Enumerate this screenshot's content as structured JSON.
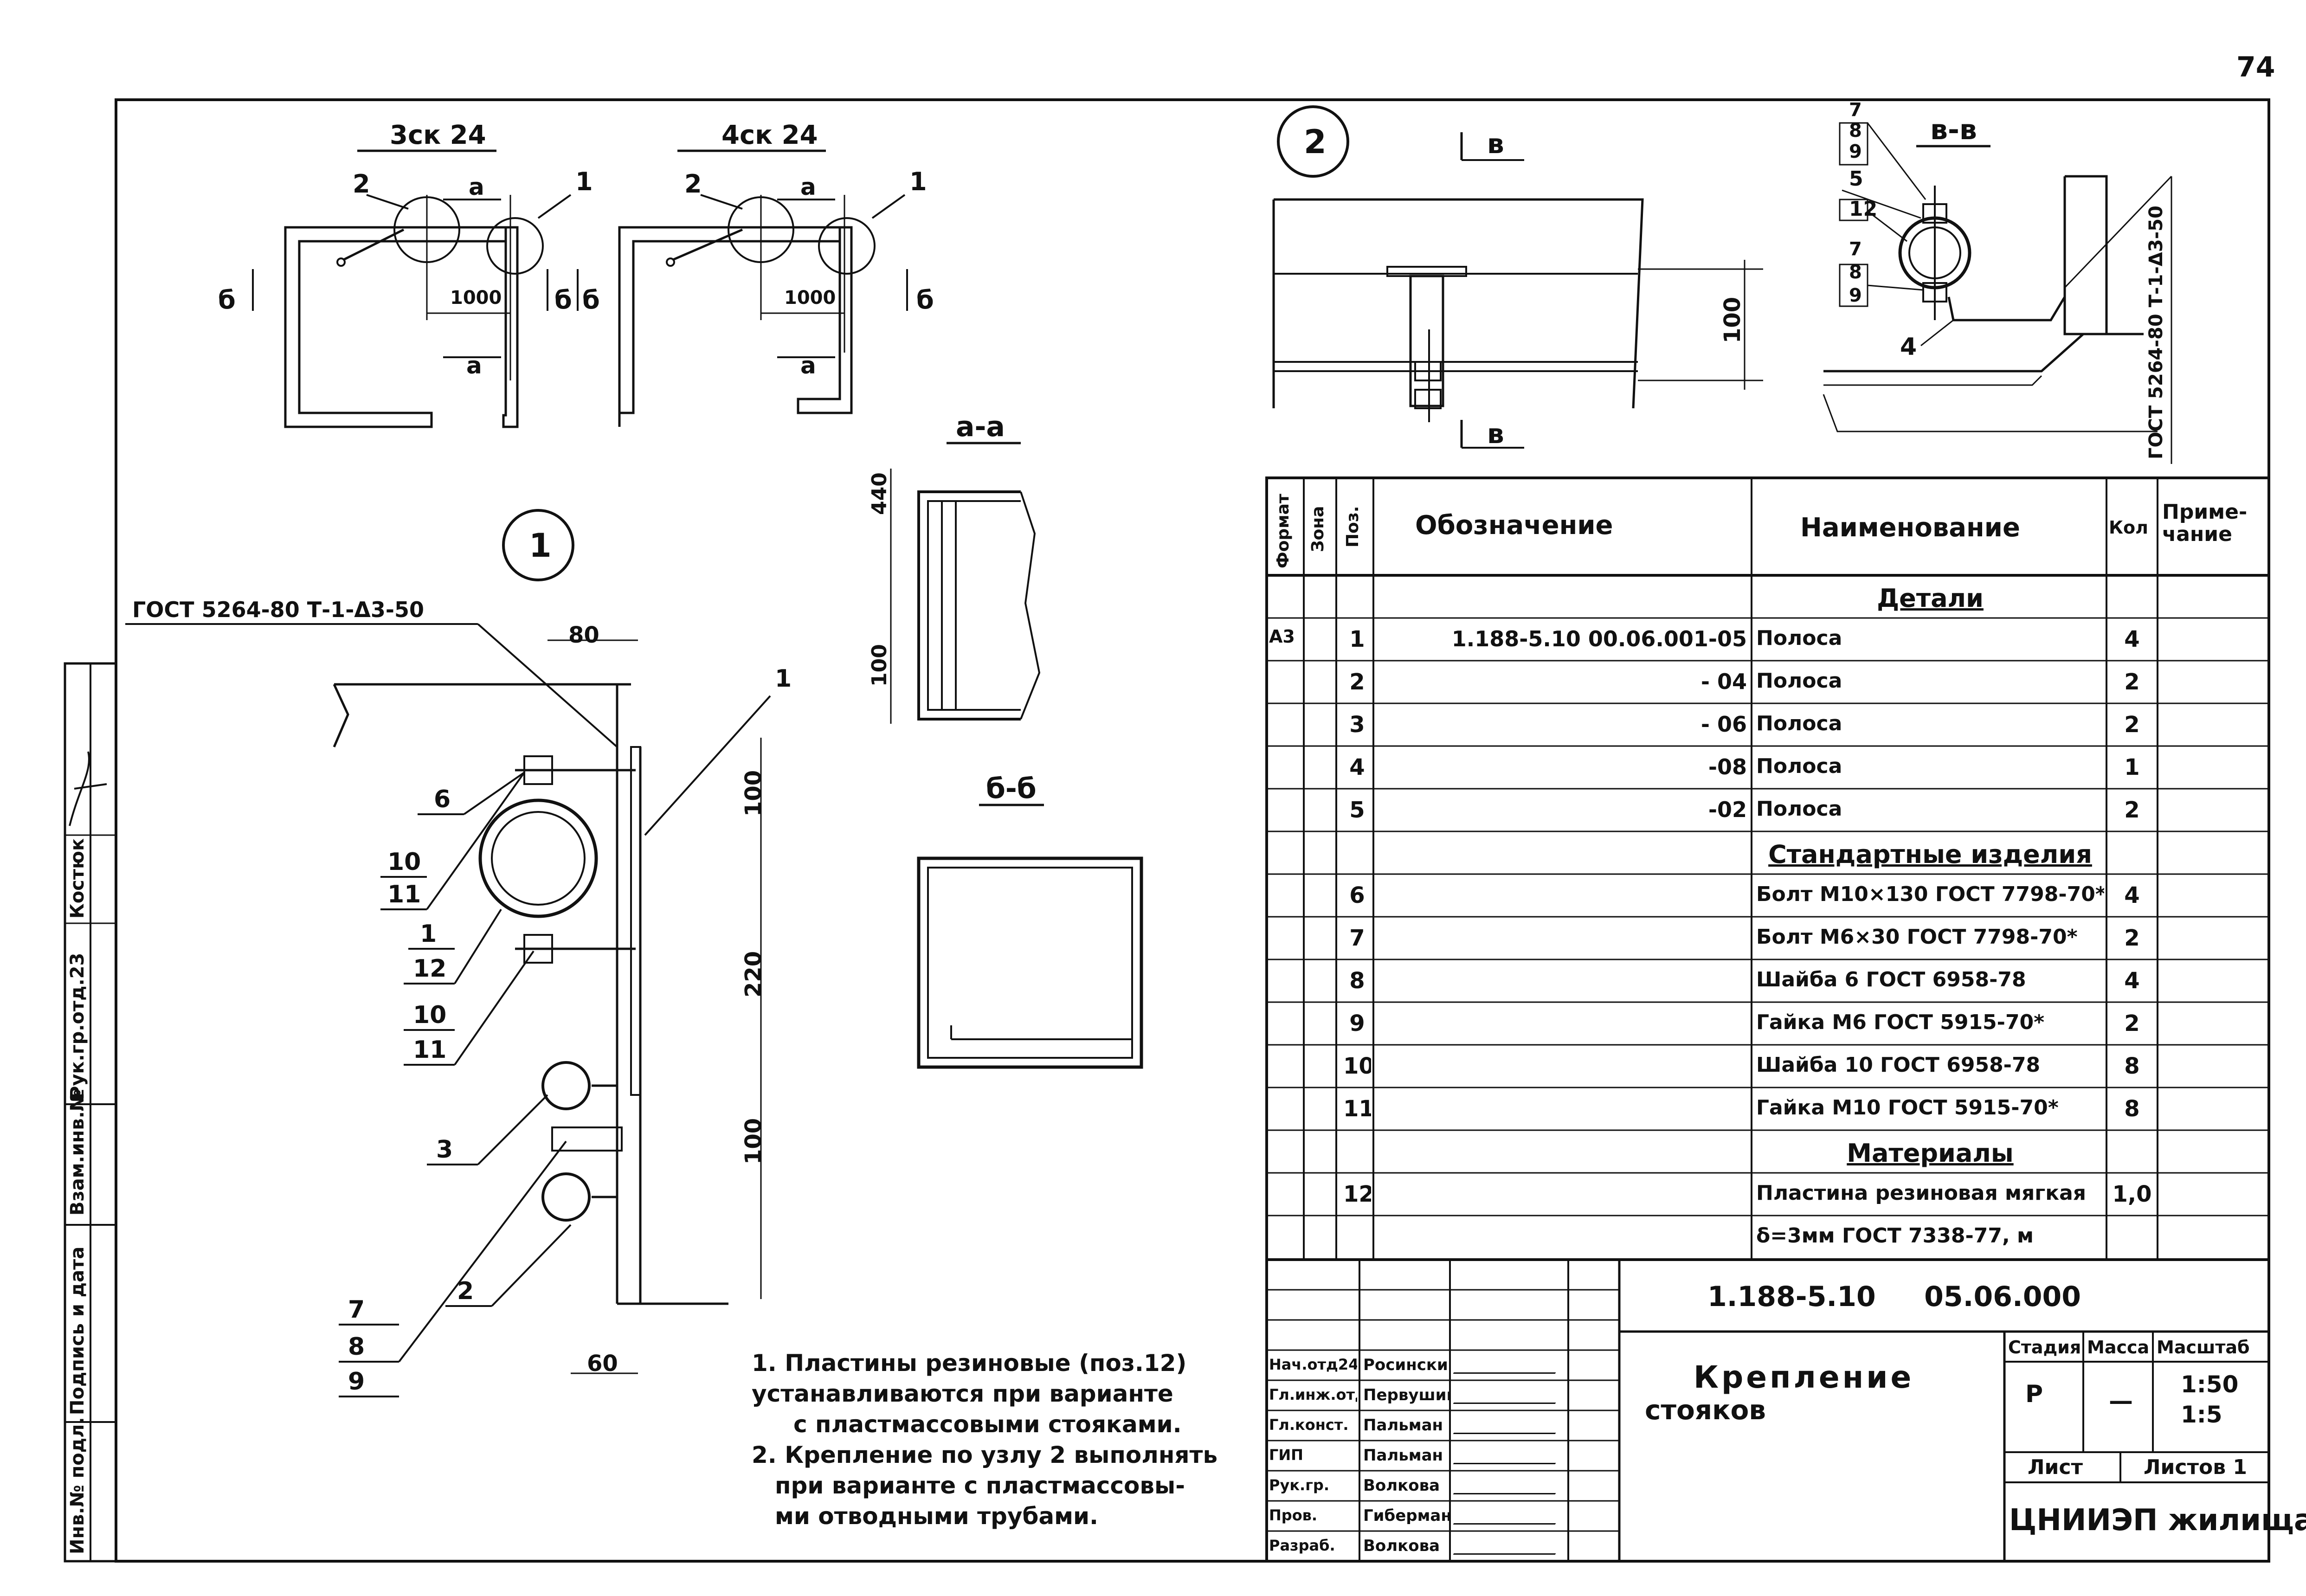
{
  "page_number": "74",
  "views": {
    "plan3": "3ск 24",
    "plan4": "4ск 24",
    "cut_aa": "а-а",
    "cut_bb": "б-б",
    "cut_vv": "в-в",
    "node1": "1",
    "node2": "2",
    "mark_a": "а",
    "mark_b": "б",
    "mark_v": "в",
    "dim_1000": "1000"
  },
  "node1": {
    "gost_label": "ГОСТ 5264-80 Т-1-Δ3-50",
    "dims": [
      "80",
      "100",
      "220",
      "100",
      "60"
    ],
    "leaders": [
      "1",
      "6",
      "10",
      "11",
      "1",
      "12",
      "10",
      "11",
      "3",
      "7",
      "8",
      "9",
      "2"
    ]
  },
  "node2": {
    "dim": "100",
    "gost_label": "ГОСТ 5264-80 Т-1-Δ3-50",
    "leaders": [
      "7",
      "8",
      "9",
      "5",
      "12",
      "7",
      "8",
      "9",
      "4"
    ]
  },
  "cut_aa_dims": [
    "440",
    "100"
  ],
  "spec": {
    "headers": {
      "format": "Формат",
      "zone": "Зона",
      "pos": "Поз.",
      "designation": "Обозначение",
      "name": "Наименование",
      "qty": "Кол",
      "note": "Приме-\nчание"
    },
    "rows": [
      {
        "format": "",
        "pos": "",
        "designation": "",
        "name": "Детали",
        "qty": "",
        "section": true
      },
      {
        "format": "А3",
        "pos": "1",
        "designation": "1.188-5.10  00.06.001-05",
        "name": "Полоса",
        "qty": "4"
      },
      {
        "format": "",
        "pos": "2",
        "designation": "- 04",
        "name": "Полоса",
        "qty": "2"
      },
      {
        "format": "",
        "pos": "3",
        "designation": "- 06",
        "name": "Полоса",
        "qty": "2"
      },
      {
        "format": "",
        "pos": "4",
        "designation": "-08",
        "name": "Полоса",
        "qty": "1"
      },
      {
        "format": "",
        "pos": "5",
        "designation": "-02",
        "name": "Полоса",
        "qty": "2"
      },
      {
        "format": "",
        "pos": "",
        "designation": "",
        "name": "Стандартные изделия",
        "qty": "",
        "section": true
      },
      {
        "format": "",
        "pos": "6",
        "designation": "",
        "name": "Болт М10×130 ГОСТ 7798-70*",
        "qty": "4"
      },
      {
        "format": "",
        "pos": "7",
        "designation": "",
        "name": "Болт М6×30 ГОСТ 7798-70*",
        "qty": "2"
      },
      {
        "format": "",
        "pos": "8",
        "designation": "",
        "name": "Шайба 6 ГОСТ 6958-78",
        "qty": "4"
      },
      {
        "format": "",
        "pos": "9",
        "designation": "",
        "name": "Гайка М6 ГОСТ 5915-70*",
        "qty": "2"
      },
      {
        "format": "",
        "pos": "10",
        "designation": "",
        "name": "Шайба 10 ГОСТ 6958-78",
        "qty": "8"
      },
      {
        "format": "",
        "pos": "11",
        "designation": "",
        "name": "Гайка М10 ГОСТ 5915-70*",
        "qty": "8"
      },
      {
        "format": "",
        "pos": "",
        "designation": "",
        "name": "Материалы",
        "qty": "",
        "section": true
      },
      {
        "format": "",
        "pos": "12",
        "designation": "",
        "name": "Пластина резиновая мягкая",
        "qty": "1,0"
      },
      {
        "format": "",
        "pos": "",
        "designation": "",
        "name": "δ=3мм ГОСТ 7338-77, м",
        "qty": ""
      }
    ]
  },
  "notes": [
    "1. Пластины резиновые (поз.12)",
    "устанавливаются при варианте",
    "с пластмассовыми стояками.",
    "2. Крепление по узлу 2 выполнять",
    "при варианте с пластмассовы-",
    "ми отводными трубами."
  ],
  "title_block": {
    "code": "1.188-5.10     05.06.000",
    "title_line1": "Крепление",
    "title_line2": "стояков",
    "stage_label": "Стадия",
    "mass_label": "Масса",
    "scale_label": "Масштаб",
    "stage": "Р",
    "mass": "—",
    "scale1": "1:50",
    "scale2": "1:5",
    "sheet_label": "Лист",
    "sheets_label": "Листов 1",
    "org": "ЦНИИЭП жилища",
    "staff": [
      {
        "role": "Нач.отд24",
        "name": "Росинский"
      },
      {
        "role": "Гл.инж.отд",
        "name": "Первушин"
      },
      {
        "role": "Гл.конст.",
        "name": "Пальман"
      },
      {
        "role": "ГИП",
        "name": "Пальман"
      },
      {
        "role": "Рук.гр.",
        "name": "Волкова"
      },
      {
        "role": "Пров.",
        "name": "Гиберман"
      },
      {
        "role": "Разраб.",
        "name": "Волкова"
      }
    ]
  },
  "side_stamp": {
    "fields": [
      "Инв.№ подл.",
      "Подпись и дата",
      "Взам.инв.№"
    ],
    "rukgr": "Рук.гр.отд.23",
    "name": "Костюк"
  }
}
